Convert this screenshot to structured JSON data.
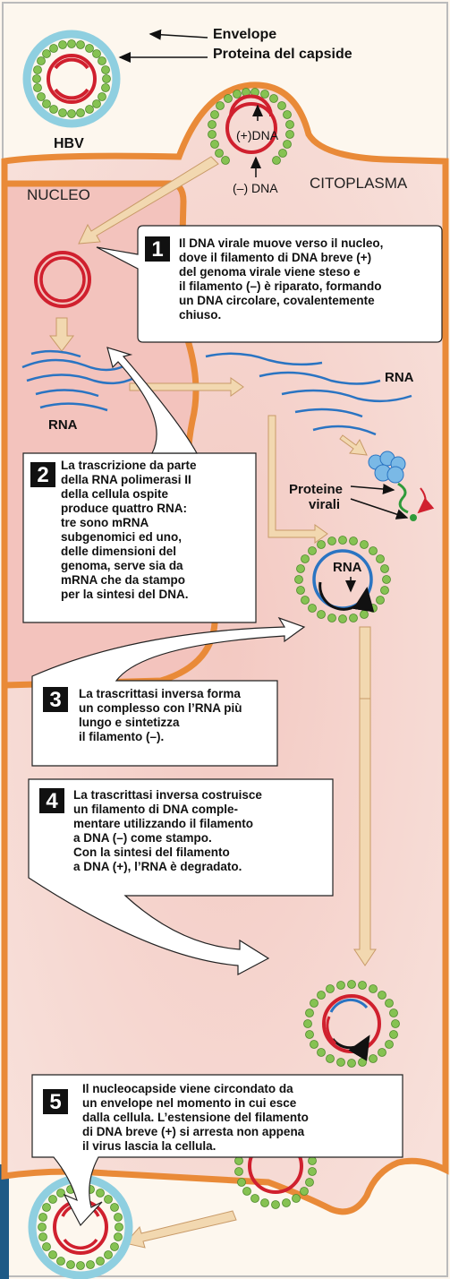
{
  "labels": {
    "envelope": "Envelope",
    "capsid_protein": "Proteina del capside",
    "hbv": "HBV",
    "plus_dna": "(+)DNA",
    "minus_dna": "(–) DNA",
    "nucleus": "NUCLEO",
    "cytoplasm": "CITOPLASMA",
    "rna_left": "RNA",
    "rna_right": "RNA",
    "rna_capsid": "RNA",
    "viral_proteins_1": "Proteine",
    "viral_proteins_2": "virali"
  },
  "steps": [
    {
      "number": "1",
      "text": "Il DNA virale muove verso il nucleo,\ndove il filamento di DNA breve (+)\ndel genoma virale viene steso e\nil filamento (–) è riparato, formando\nun DNA circolare, covalentemente\nchiuso."
    },
    {
      "number": "2",
      "text": "La trascrizione da parte\ndella RNA polimerasi II\ndella cellula ospite\nproduce quattro RNA:\ntre sono mRNA\nsubgenomici ed uno,\ndelle dimensioni del\ngenoma, serve sia da\nmRNA che da stampo\nper la sintesi del DNA."
    },
    {
      "number": "3",
      "text": "La trascrittasi inversa forma\nun complesso con l’RNA più\nlungo e sintetizza\nil filamento (–)."
    },
    {
      "number": "4",
      "text": "La trascrittasi inversa costruisce\nun filamento di DNA comple-\nmentare utilizzando il filamento\na DNA (–) come stampo.\nCon la sintesi del filamento\na DNA (+), l’RNA è degradato."
    },
    {
      "number": "5",
      "text": "Il nucleocapside viene circondato da\nun envelope nel momento in cui esce\ndalla cellula. L’estensione del filamento\ndi DNA breve (+) si arresta non appena\nil virus lascia la cellula."
    }
  ],
  "colors": {
    "cell": "#f6d3cd",
    "membrane": "#e98a38",
    "envelope": "#8fcfe0",
    "capsid": "#86c252",
    "dna": "#d0202e",
    "rna": "#2a74c2",
    "arrow_fill": "#f2d8b0",
    "arrow_edge": "#c89a68"
  }
}
